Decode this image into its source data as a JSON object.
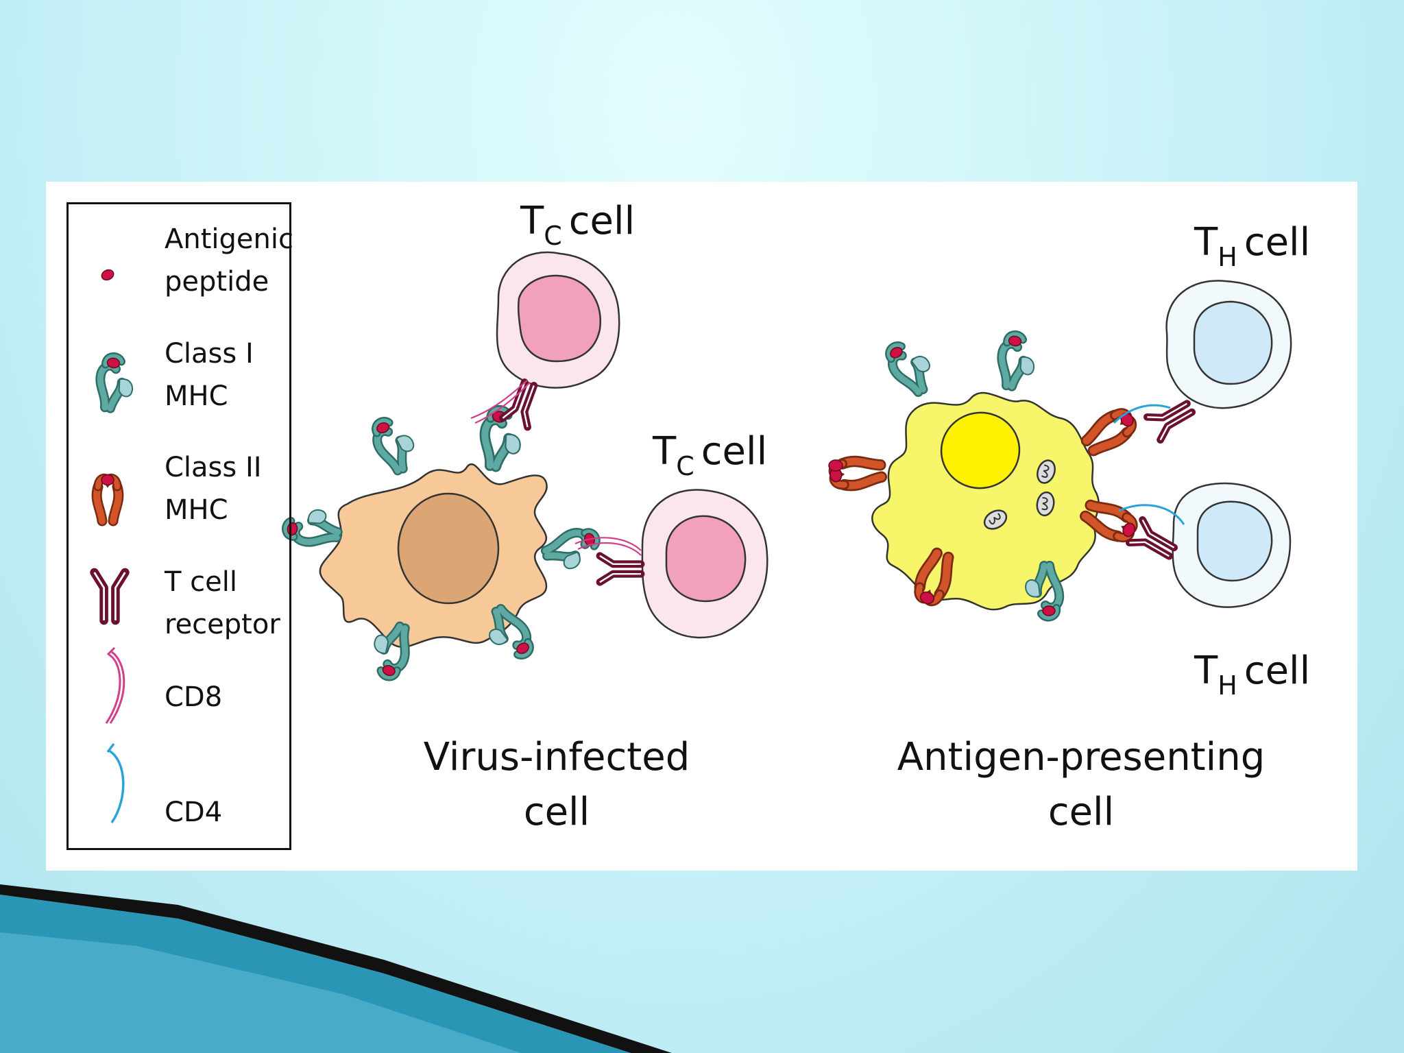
{
  "legend": {
    "antigenic_peptide": [
      "Antigenic",
      "peptide"
    ],
    "class_i_mhc": [
      "Class I",
      "MHC"
    ],
    "class_ii_mhc": [
      "Class II",
      "MHC"
    ],
    "t_cell_receptor": [
      "T cell",
      "receptor"
    ],
    "cd8": "CD8",
    "cd4": "CD4"
  },
  "labels": {
    "tc_top": {
      "main": "T",
      "sub": "C",
      "rest": "cell"
    },
    "tc_right": {
      "main": "T",
      "sub": "C",
      "rest": "cell"
    },
    "th_top": {
      "main": "T",
      "sub": "H",
      "rest": "cell"
    },
    "th_bottom": {
      "main": "T",
      "sub": "H",
      "rest": "cell"
    },
    "virus_caption": [
      "Virus-infected",
      "cell"
    ],
    "apc_caption": [
      "Antigen-presenting",
      "cell"
    ]
  },
  "colors": {
    "peptide": "#cc1144",
    "class_i_mhc": "#5fa9a3",
    "class_ii_mhc": "#d2552a",
    "t_cell_receptor": "#6a1030",
    "cd8": "#d0408a",
    "cd4": "#2aa3d8",
    "virus_cell": "#f7c898",
    "virus_nucleus": "#dca674",
    "tc_cell": "#fbe6ee",
    "tc_nucleus": "#f1a0bd",
    "apc_cell": "#f7f56a",
    "apc_nucleus": "#fff200",
    "th_cell": "#f2f9fc",
    "th_nucleus": "#cfe9f8"
  }
}
